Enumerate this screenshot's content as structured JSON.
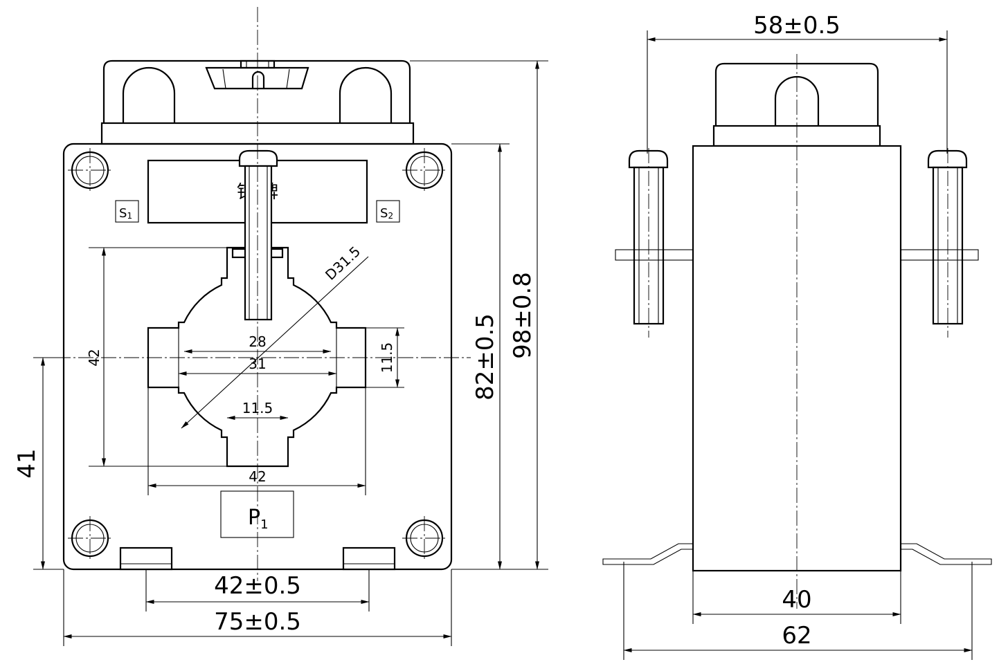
{
  "front_view": {
    "nameplate": "铭  牌",
    "terminal_s1": {
      "letter": "S",
      "sub": "1"
    },
    "terminal_s2": {
      "letter": "S",
      "sub": "2"
    },
    "terminal_p1": {
      "letter": "P",
      "sub": "1"
    },
    "dimensions": {
      "window_diameter": "D31.5",
      "inner_28": "28",
      "inner_31": "31",
      "slot_right": "11.5",
      "slot_bottom": "11.5",
      "window_height": "42",
      "window_width": "42",
      "center_height": "41",
      "mount_width": "42±0.5",
      "overall_width": "75±0.5",
      "body_height": "82±0.5",
      "overall_height": "98±0.8"
    }
  },
  "side_view": {
    "dimensions": {
      "top_width": "58±0.5",
      "body_width": "40",
      "base_width": "62"
    }
  }
}
